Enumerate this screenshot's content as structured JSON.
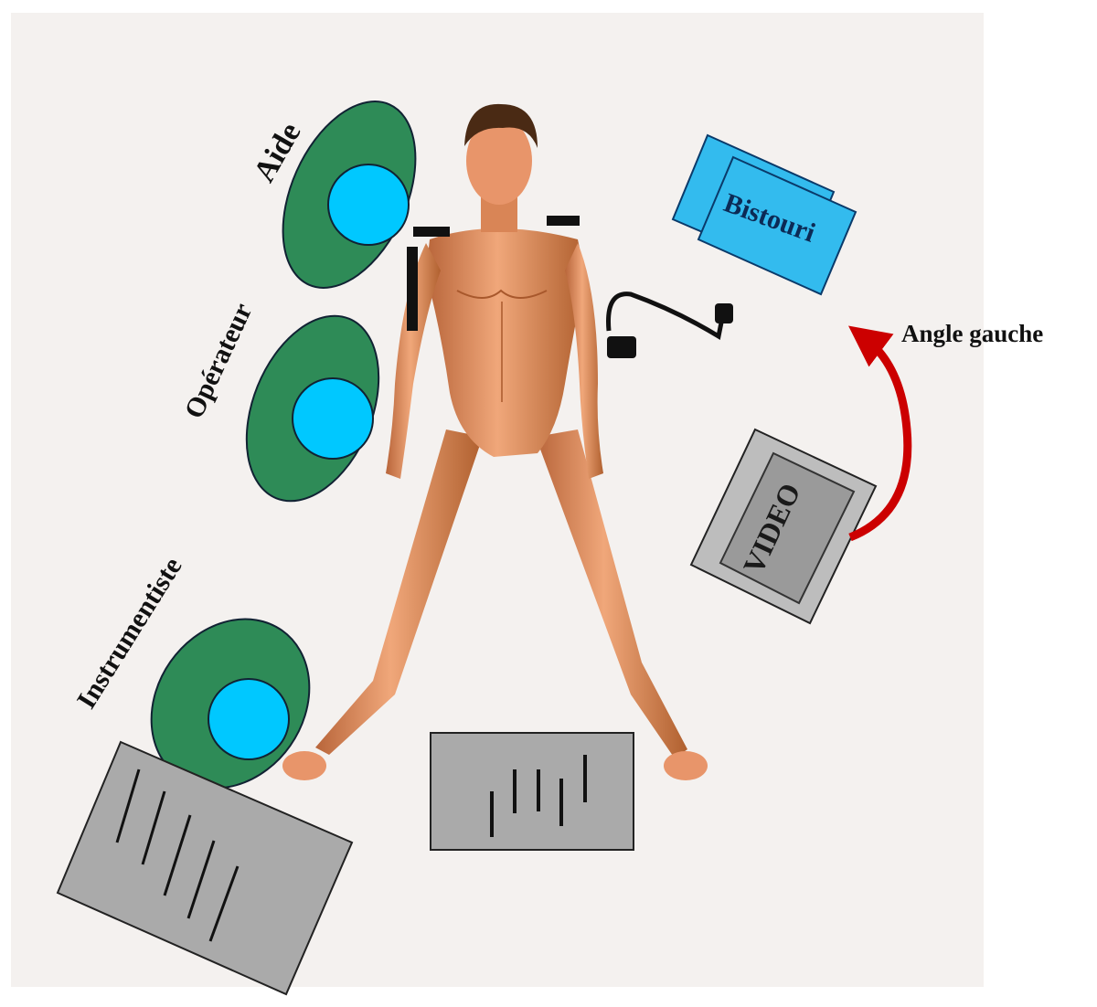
{
  "labels": {
    "aide": "Aide",
    "operateur": "Opérateur",
    "instrumentiste": "Instrumentiste",
    "bistouri": "Bistouri",
    "video": "VIDEO",
    "angle_gauche": "Angle gauche"
  },
  "colors": {
    "staff_body": "#2e8b57",
    "staff_head": "#00c8ff",
    "bistouri": "#33bbee",
    "tables": "#aaaaaa",
    "arrow": "#cc0000",
    "skin": "#e8956a"
  }
}
